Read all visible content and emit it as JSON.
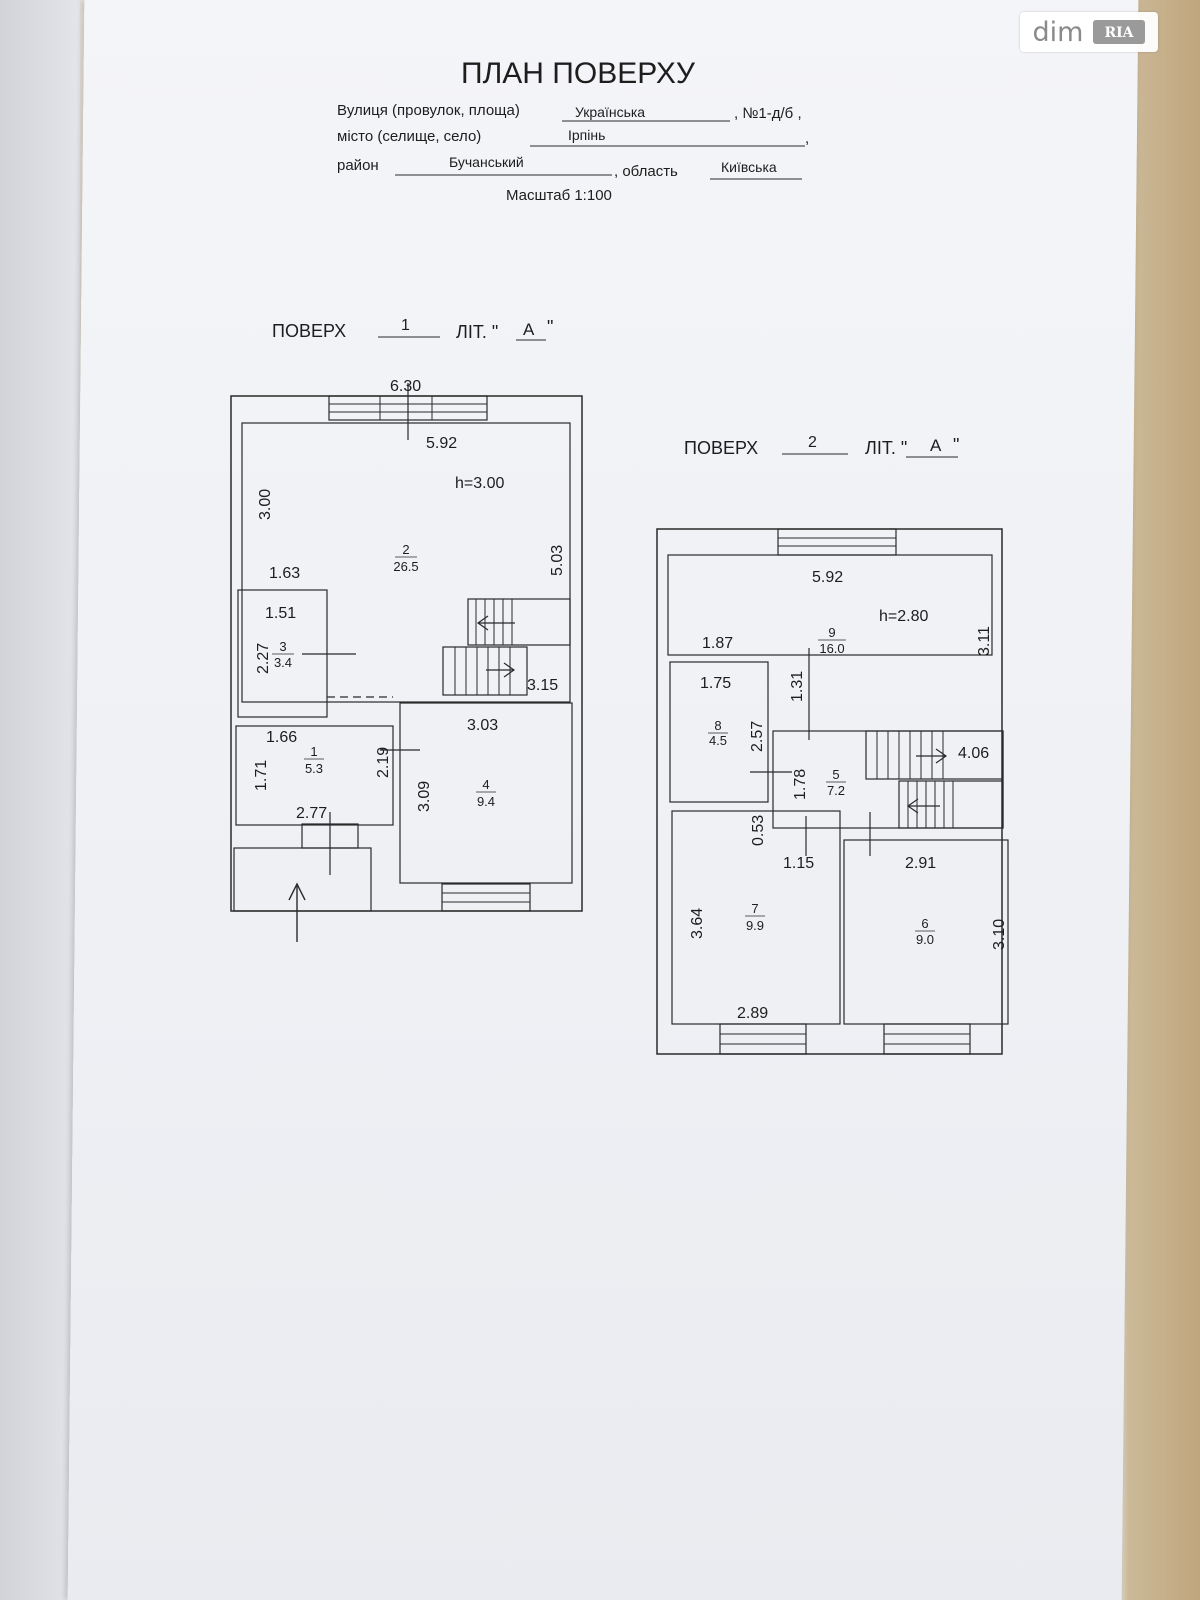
{
  "watermark": {
    "text": "dim",
    "logo": "RIA"
  },
  "header": {
    "title": "ПЛАН ПОВЕРХУ",
    "street_label": "Вулиця (провулок, площа)",
    "street_value": "Українська",
    "number_value": ", №1-д/б ,",
    "city_label": "місто (селище, село)",
    "city_value": "Ірпінь",
    "city_comma": ",",
    "district_label": "район",
    "district_value": "Бучанський",
    "region_label": ", область",
    "region_value": "Київська",
    "scale": "Масштаб  1:100"
  },
  "floor1": {
    "label": "ПОВЕРХ",
    "number": "1",
    "lit_label": "ЛІТ. \"",
    "lit_value": "А",
    "lit_close": "\"",
    "dims": {
      "outer_width": "6.30",
      "inner_width": "5.92",
      "height": "h=3.00",
      "left_wall": "3.00",
      "right_wall": "5.03",
      "room2_bottom": "1.63",
      "room3_width": "1.51",
      "room3_height": "2.27",
      "stairs": "3.15",
      "room1_width": "1.66",
      "room1_height": "1.71",
      "room1_side": "2.19",
      "room1_bottom": "2.77",
      "room4_width": "3.03",
      "room4_height": "3.09"
    },
    "rooms": [
      {
        "num": "2",
        "area": "26.5"
      },
      {
        "num": "3",
        "area": "3.4"
      },
      {
        "num": "1",
        "area": "5.3"
      },
      {
        "num": "4",
        "area": "9.4"
      }
    ]
  },
  "floor2": {
    "label": "ПОВЕРХ",
    "number": "2",
    "lit_label": "ЛІТ. \"",
    "lit_value": "А",
    "lit_close": "\"",
    "dims": {
      "inner_width": "5.92",
      "height": "h=2.80",
      "room9_right": "3.11",
      "room9_bottom": "1.87",
      "room8_width": "1.75",
      "room8_height": "2.57",
      "hall_top": "1.31",
      "hall_height": "1.78",
      "stairs": "4.06",
      "hall_small": "0.53",
      "hall_bottom": "1.15",
      "room6_width": "2.91",
      "room6_height": "3.10",
      "room7_height": "3.64",
      "room7_bottom": "2.89"
    },
    "rooms": [
      {
        "num": "9",
        "area": "16.0"
      },
      {
        "num": "8",
        "area": "4.5"
      },
      {
        "num": "5",
        "area": "7.2"
      },
      {
        "num": "7",
        "area": "9.9"
      },
      {
        "num": "6",
        "area": "9.0"
      }
    ]
  }
}
